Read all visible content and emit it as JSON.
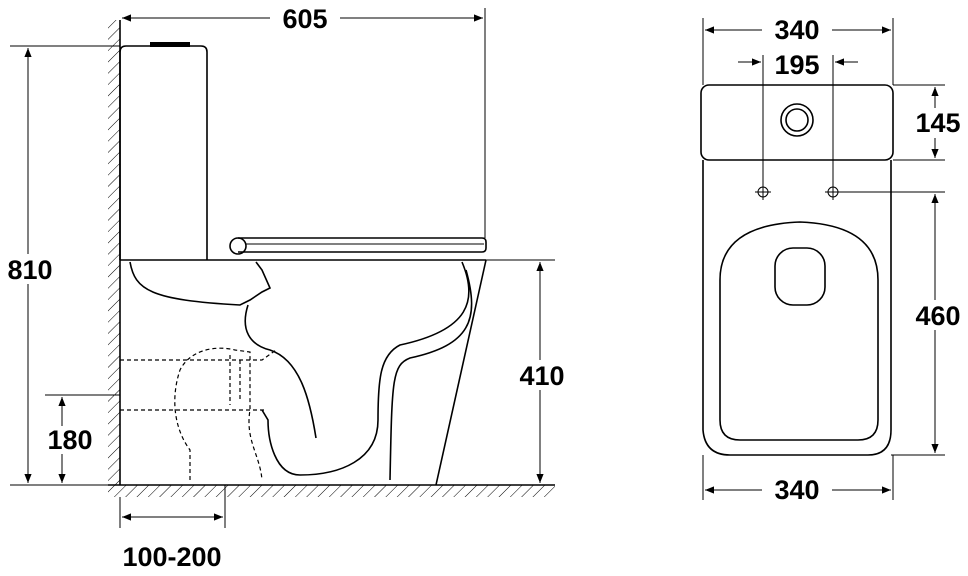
{
  "side_view": {
    "dim_length": "605",
    "dim_height": "810",
    "dim_seat_height": "410",
    "dim_outlet_height": "180",
    "dim_outlet_distance": "100-200"
  },
  "top_view": {
    "dim_width_top": "340",
    "dim_hole_spacing": "195",
    "dim_tank_depth": "145",
    "dim_holes_to_front": "460",
    "dim_width_bottom": "340"
  },
  "colors": {
    "line": "#000000",
    "background": "#ffffff"
  }
}
